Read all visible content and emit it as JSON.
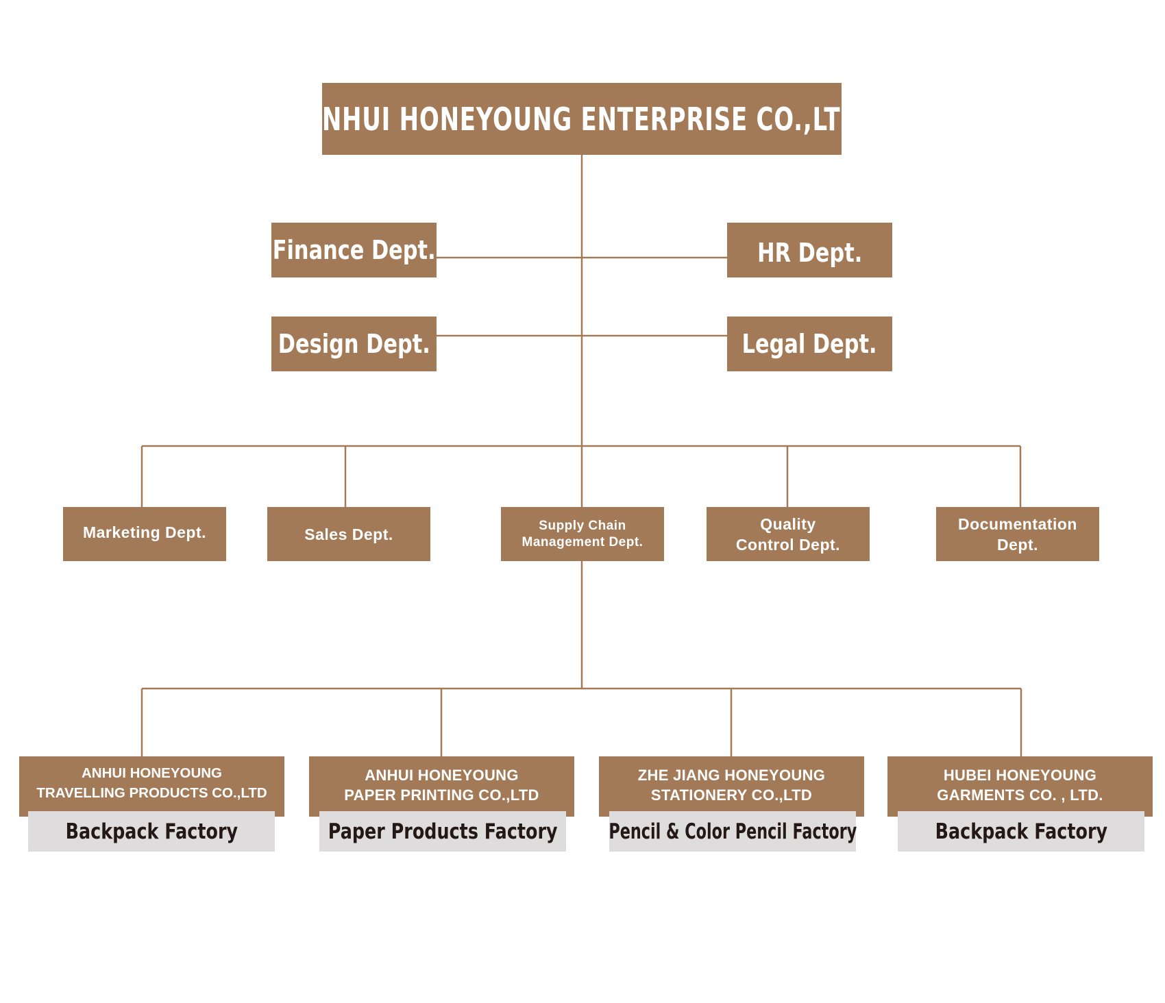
{
  "colors": {
    "box": "#a37a57",
    "box_text": "#ffffff",
    "sub_box": "#dedcdc",
    "sub_text": "#231815",
    "line": "#a37a57"
  },
  "headquarters": {
    "name": "ANHUI HONEYOUNG ENTERPRISE CO.,LTD"
  },
  "staff_departments": {
    "finance": "Finance Dept.",
    "hr": "HR Dept.",
    "design": "Design Dept.",
    "legal": "Legal Dept."
  },
  "departments": {
    "marketing": "Marketing Dept.",
    "sales": "Sales Dept.",
    "supply_chain": {
      "line1": "Supply Chain",
      "line2": "Management Dept."
    },
    "quality": {
      "line1": "Quality",
      "line2": "Control Dept."
    },
    "documentation": {
      "line1": "Documentation",
      "line2": "Dept."
    }
  },
  "factories": [
    {
      "line1": "ANHUI HONEYOUNG",
      "line2": "TRAVELLING PRODUCTS CO.,LTD",
      "factory": "Backpack Factory"
    },
    {
      "line1": "ANHUI HONEYOUNG",
      "line2": "PAPER PRINTING CO.,LTD",
      "factory": "Paper Products Factory"
    },
    {
      "line1": "ZHE JIANG HONEYOUNG",
      "line2": "STATIONERY CO.,LTD",
      "factory": "Pencil & Color Pencil Factory"
    },
    {
      "line1": "HUBEI HONEYOUNG",
      "line2": "GARMENTS CO. , LTD.",
      "factory": "Backpack Factory"
    }
  ]
}
